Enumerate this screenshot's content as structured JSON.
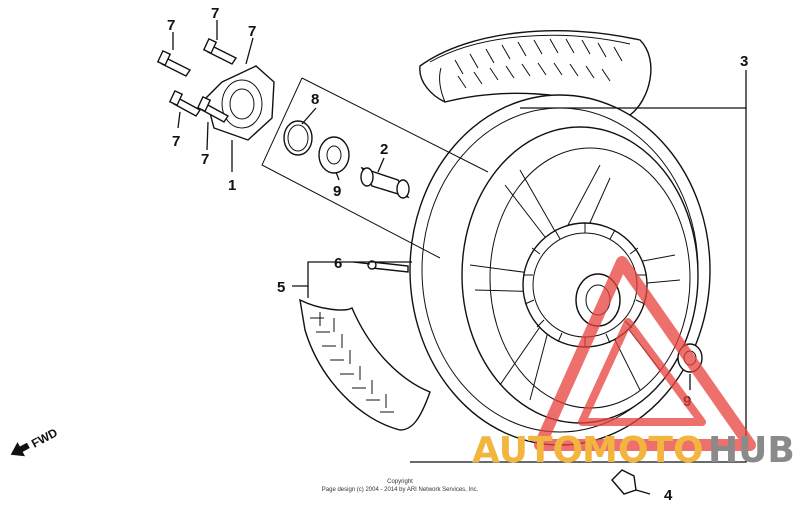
{
  "labels": {
    "hub_flange": "1",
    "axle_spacer": "2",
    "wheel_assembly": "3",
    "valve_cap": "4",
    "tire": "5",
    "valve": "6",
    "bolt": "7",
    "oil_seal": "8",
    "bearing": "9"
  },
  "direction_marker": "FWD",
  "copyright": {
    "line1": "Copyright",
    "line2": "Page design (c) 2004 - 2014 by ARI Network Services, Inc."
  },
  "watermark": {
    "auto": "AUTO",
    "moto": "MOTO",
    "hub": "HUB",
    "colors": {
      "auto": "#f2b640",
      "moto": "#f2b640",
      "hub": "#8a8a8a",
      "triangle": "#e8413c"
    }
  },
  "line_color": "#111111"
}
